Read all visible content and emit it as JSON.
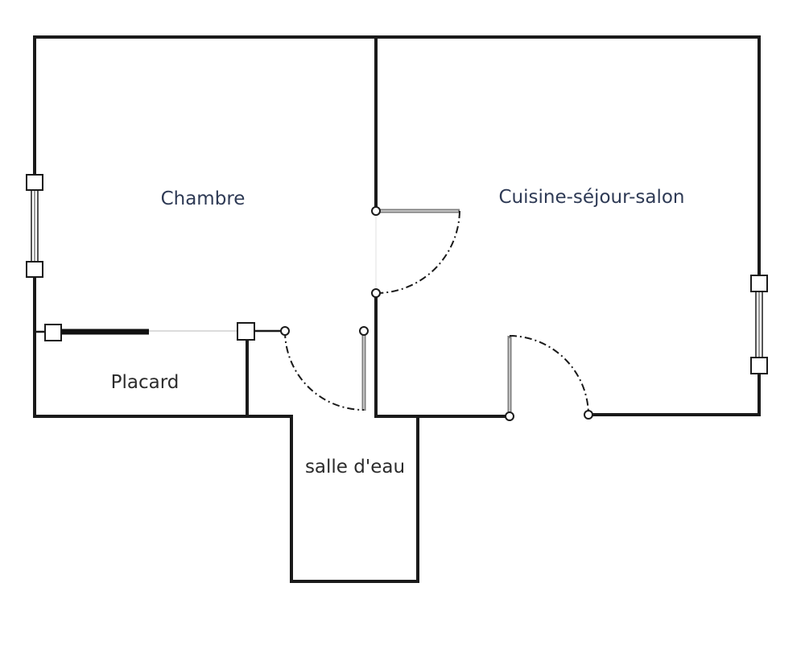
{
  "rooms": {
    "chambre": "Chambre",
    "cuisine_sejour_salon": "Cuisine-séjour-salon",
    "placard": "Placard",
    "salle_d_eau": "salle d'eau"
  }
}
